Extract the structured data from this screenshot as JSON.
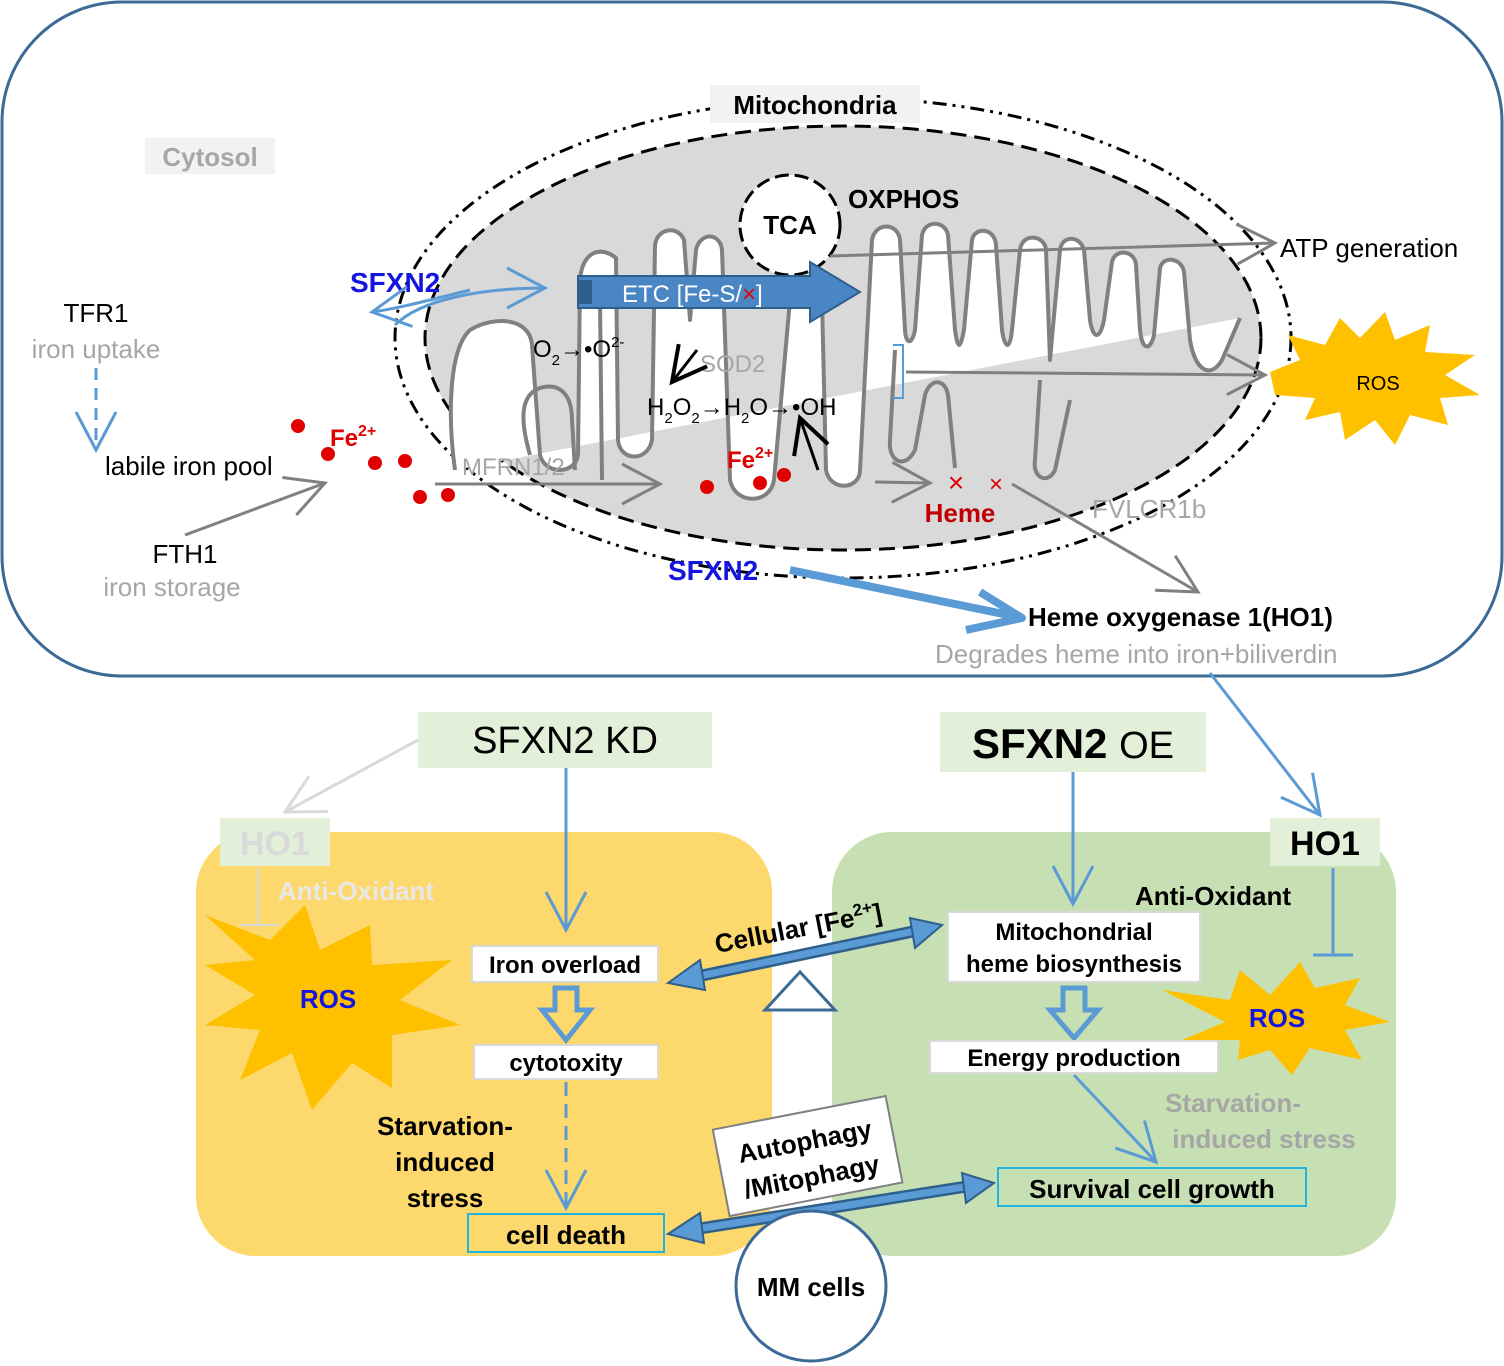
{
  "colors": {
    "blue_arrow": "#5b9bd5",
    "dark_blue": "#2e5f8a",
    "grey": "#808080",
    "red": "#e00000",
    "sfxn_blue": "#1515e0",
    "ros_gold": "#ffc000",
    "kd_panel": "#fdd86c",
    "oe_panel": "#c6e0b4",
    "label_green": "#e2efd9",
    "mito_grey": "#d9d9d9"
  },
  "top": {
    "cytosol": "Cytosol",
    "mitochondria": "Mitochondria",
    "tca": "TCA",
    "oxphos": "OXPHOS",
    "atp": "ATP generation",
    "ros": "ROS",
    "sfxn2_mito": "SFXN2",
    "etc_text": "ETC [Fe-S/",
    "etc_x": "×",
    "etc_close": "]",
    "tfr1": "TFR1",
    "iron_uptake": "iron uptake",
    "labile": "labile iron pool",
    "fth1": "FTH1",
    "iron_storage": "iron storage",
    "fe_cyto": "Fe",
    "fe_cyto_sup": "2+",
    "fe_mito": "Fe",
    "fe_mito_sup": "2+",
    "mfrn": "MFRN1/2",
    "o2": "O",
    "o2_sub": "2",
    "o2_arrow": "→•O",
    "o2_sup": "2-",
    "sod2": "SOD2",
    "h2o2_h": "H",
    "h2o2_sub1": "2",
    "h2o2_o": "O",
    "h2o2_sub2": "2",
    "h2o_part": "→H",
    "h2o_sub": "2",
    "oh_part": "O→•OH",
    "heme": "Heme",
    "fvlcr": "FVLCR1b",
    "sfxn2_bottom": "SFXN2",
    "ho1_full": "Heme oxygenase 1(HO1)",
    "degrades": "Degrades heme into iron+biliverdin"
  },
  "kd": {
    "title": "SFXN2 KD",
    "ho1": "HO1",
    "antiox": "Anti-Oxidant",
    "ros": "ROS",
    "iron_overload": "Iron overload",
    "cytotoxity": "cytotoxity",
    "starv1": "Starvation-",
    "starv2": "induced",
    "starv3": "stress",
    "cell_death": "cell death"
  },
  "oe": {
    "title_bold": "SFXN2",
    "title_rest": "OE",
    "ho1": "HO1",
    "antiox": "Anti-Oxidant",
    "ros": "ROS",
    "mito1": "Mitochondrial",
    "mito2": "heme biosynthesis",
    "energy": "Energy production",
    "starv1": "Starvation-",
    "starv2": "induced stress",
    "survival": "Survival cell growth"
  },
  "middle": {
    "cellular": "Cellular [Fe",
    "cellular_sup": "2+",
    "cellular_close": "]",
    "autophagy1": "Autophagy",
    "autophagy2": "/Mitophagy",
    "mm_cells": "MM cells"
  }
}
